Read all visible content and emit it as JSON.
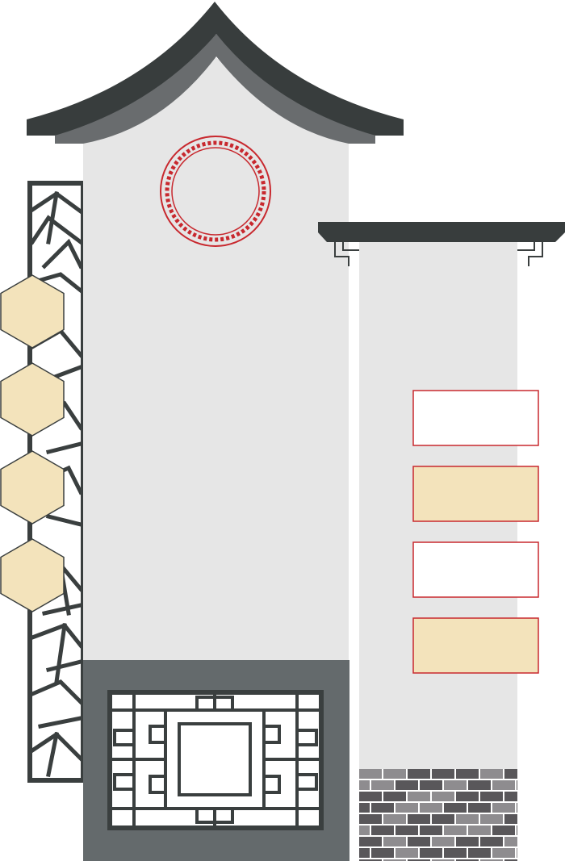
{
  "palette": {
    "wall": "#e6e6e6",
    "roof_dark": "#383d3d",
    "roof_mid": "#696c6e",
    "base_gray": "#646a6c",
    "lattice": "#3a3f3f",
    "accent_red": "#c8282e",
    "panel_cream": "#f3e3bb",
    "panel_white": "#ffffff",
    "hex_fill": "#f3e3bb",
    "brick_dark": "#59575a",
    "brick_light": "#8e8c8f"
  },
  "elements": {
    "tall_wall": "tall-wall-panel",
    "short_wall": "short-wall-panel",
    "hexagons": [
      "hexagon-1",
      "hexagon-2",
      "hexagon-3",
      "hexagon-4"
    ],
    "sign_panels": [
      {
        "id": "sign-panel-1",
        "fill": "white"
      },
      {
        "id": "sign-panel-2",
        "fill": "cream"
      },
      {
        "id": "sign-panel-3",
        "fill": "white"
      },
      {
        "id": "sign-panel-4",
        "fill": "cream"
      }
    ],
    "decorations": [
      "circular-window-ornament",
      "lattice-window",
      "cracked-ice-lattice-screen",
      "brick-base"
    ]
  }
}
